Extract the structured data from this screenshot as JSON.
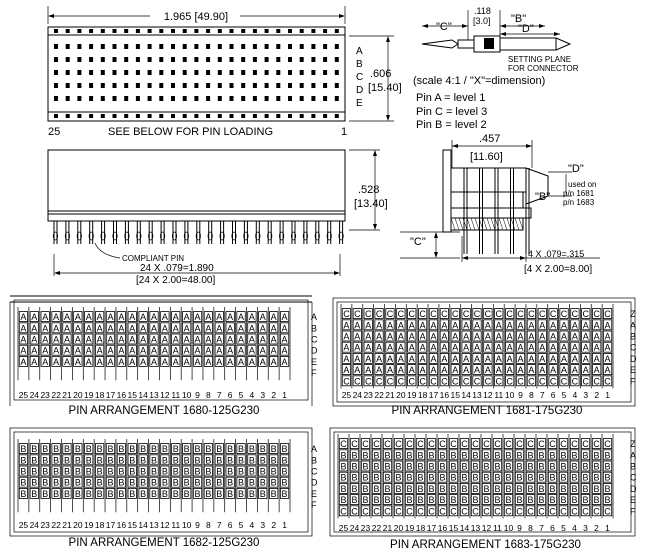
{
  "top": {
    "overall_width": "1.965 [49.90]",
    "rows_label": [
      "A",
      "B",
      "C",
      "D",
      "E"
    ],
    "height_inch": ".606",
    "height_mm": "[15.40]",
    "pin_left": "25",
    "pin_right": "1",
    "see_below": "SEE BELOW FOR PIN LOADING"
  },
  "detail": {
    "c_label": "\"C\"",
    "b_label": "\"B\"",
    "d_label": "\"D\"",
    "dim_inch": ".118",
    "dim_mm": "[3.0]",
    "setting_plane_1": "SETTING PLANE",
    "setting_plane_2": "FOR CONNECTOR",
    "scale_note": "(scale 4:1 / \"X\"=dimension)",
    "levels": [
      "Pin A = level 1",
      "Pin C = level 3",
      "Pin B = level 2"
    ]
  },
  "front": {
    "height_inch": ".528",
    "height_mm": "[13.40]",
    "compliant_pin": "COMPLIANT PIN",
    "pitch_inch": "24 X .079=1.890",
    "pitch_mm": "[24 X 2.00=48.00]"
  },
  "side": {
    "width_inch": ".457",
    "width_mm": "[11.60]",
    "d_label": "\"D\"",
    "used_on": "used on",
    "pn1": "p/n 1681",
    "pn2": "p/n 1683",
    "b_label": "\"B\"",
    "c_label": "\"C\"",
    "pitch_inch": "4 X .079=.315",
    "pitch_mm": "[4 X 2.00=8.00]"
  },
  "arrangements": [
    {
      "title": "PIN ARRANGEMENT 1680-125G230",
      "row_letters": [
        "A",
        "B",
        "C",
        "D",
        "E",
        "F"
      ],
      "fill": [
        "A",
        "A",
        "A",
        "A",
        "A",
        ""
      ],
      "numbers": "25 24 23 22 21 20 19 18 17 16 15 14 13 12 11 10 9 8 7 6 5 4 3 2 1"
    },
    {
      "title": "PIN ARRANGEMENT 1681-175G230",
      "row_letters": [
        "Z",
        "A",
        "B",
        "C",
        "D",
        "E",
        "F"
      ],
      "fill": [
        "C",
        "A",
        "A",
        "A",
        "A",
        "A",
        "C"
      ],
      "numbers": "25 24 23 22 21 20 19 18 17 16 15 14 13 12 11 10 9 8 7 6 5 4 3 2 1"
    },
    {
      "title": "PIN ARRANGEMENT 1682-125G230",
      "row_letters": [
        "A",
        "B",
        "C",
        "D",
        "E",
        "F"
      ],
      "fill": [
        "B",
        "B",
        "B",
        "B",
        "B",
        ""
      ],
      "numbers": "25 24 23 22 21 20 19 18 17 16 15 14 13 12 11 10 9 8 7 6 5 4 3 2 1"
    },
    {
      "title": "PIN ARRANGEMENT 1683-175G230",
      "row_letters": [
        "Z",
        "A",
        "B",
        "C",
        "D",
        "E",
        "F"
      ],
      "fill": [
        "C",
        "B",
        "B",
        "B",
        "B",
        "B",
        "C"
      ],
      "numbers": "25 24 23 22 21 20 19 18 17 16 15 14 13 12 11 10 9 8 7 6 5 4 3 2 1"
    }
  ]
}
